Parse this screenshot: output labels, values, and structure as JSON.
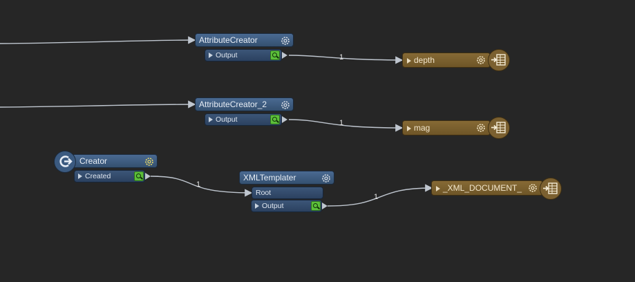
{
  "canvas": {
    "background": "#262626",
    "connection_color": "#bfc6cf"
  },
  "nodes": {
    "attr1": {
      "title": "AttributeCreator",
      "port": "Output"
    },
    "attr2": {
      "title": "AttributeCreator_2",
      "port": "Output"
    },
    "creator": {
      "title": "Creator",
      "port": "Created"
    },
    "xml": {
      "title": "XMLTemplater",
      "input_port": "Root",
      "port": "Output"
    },
    "writer_depth": {
      "title": "depth"
    },
    "writer_mag": {
      "title": "mag"
    },
    "writer_xml": {
      "title": "_XML_DOCUMENT_"
    }
  },
  "connections": [
    {
      "from": "AttributeCreator.Output",
      "to": "depth",
      "count": "1"
    },
    {
      "from": "AttributeCreator_2.Output",
      "to": "mag",
      "count": "1"
    },
    {
      "from": "Creator.Created",
      "to": "XMLTemplater.Root",
      "count": "1"
    },
    {
      "from": "XMLTemplater.Output",
      "to": "_XML_DOCUMENT_",
      "count": "1"
    }
  ],
  "icons": {
    "settings": "gear-icon",
    "inspect": "inspect-magnifier-icon",
    "writer": "feature-writer-icon",
    "creator": "creator-icon"
  },
  "colors": {
    "transformer": "#3f5d84",
    "writer": "#7b6030",
    "inspect": "#5cbf3a"
  }
}
